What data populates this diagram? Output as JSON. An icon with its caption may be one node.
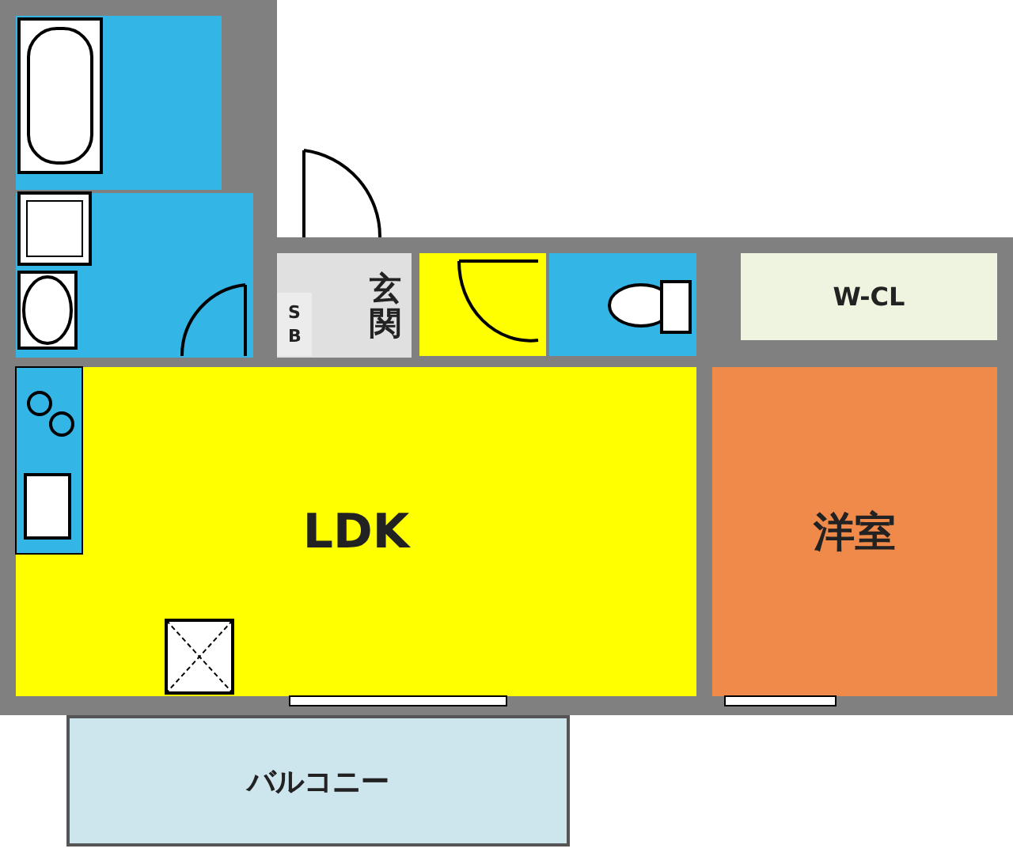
{
  "diagram": {
    "nodes": [
      {
        "text": [
          "玄関"
        ]
      },
      {
        "text": [
          "S B"
        ],
        "in": 0
      },
      {
        "text": [
          "W-CL"
        ]
      },
      {
        "text": [
          "LDK"
        ]
      },
      {
        "text": [
          "洋室"
        ]
      },
      {
        "text": [
          "バルコニー"
        ]
      }
    ]
  }
}
